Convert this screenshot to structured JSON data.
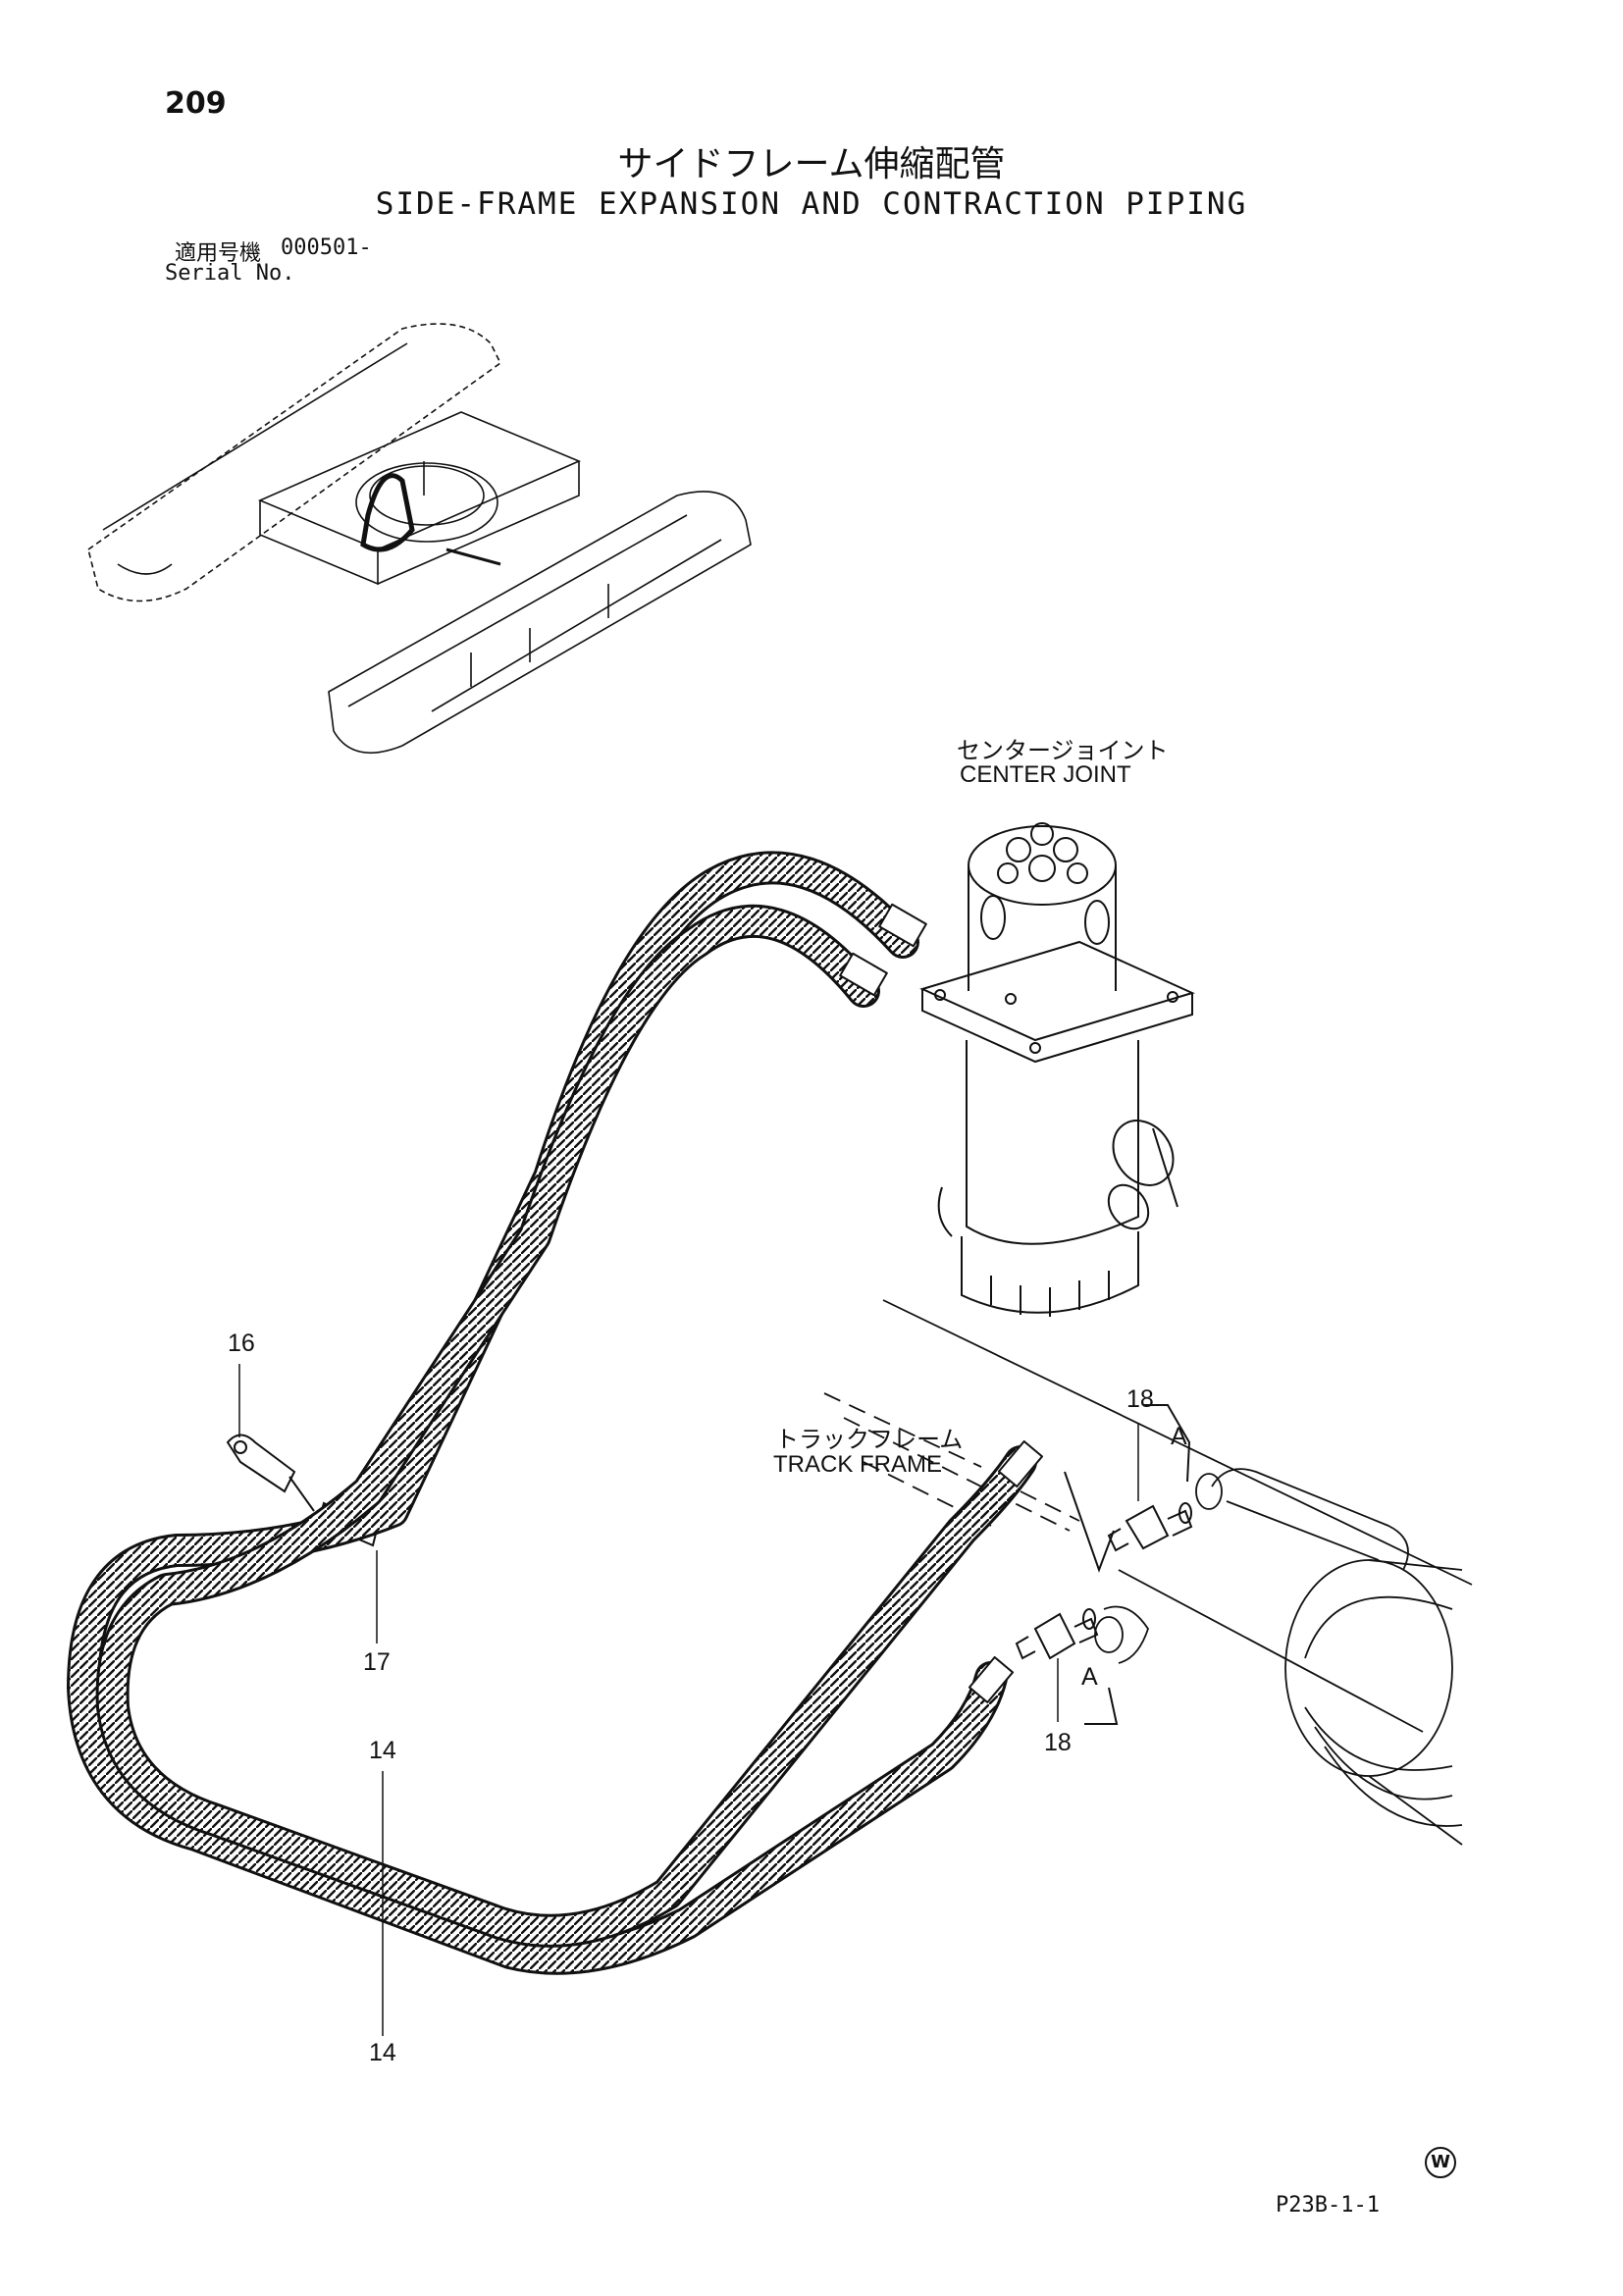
{
  "page": {
    "number": "209",
    "title_jp": "サイドフレーム伸縮配管",
    "title_en": "SIDE-FRAME EXPANSION AND CONTRACTION PIPING",
    "serial_label_jp": "適用号機",
    "serial_value": "000501-",
    "serial_label_en": "Serial No.",
    "sheet_code": "P23B-1-1",
    "logo_mark": "W"
  },
  "diagram": {
    "components": {
      "center_joint_jp": "センタージョイント",
      "center_joint_en": "CENTER JOINT",
      "track_frame_jp": "トラックフレーム",
      "track_frame_en": "TRACK FRAME"
    },
    "callouts": {
      "part_16": "16",
      "part_17": "17",
      "part_14_top": "14",
      "part_14_bottom": "14",
      "part_18_top": "18",
      "part_18_bottom": "18",
      "section_a_top": "A",
      "section_a_bottom": "A"
    }
  }
}
